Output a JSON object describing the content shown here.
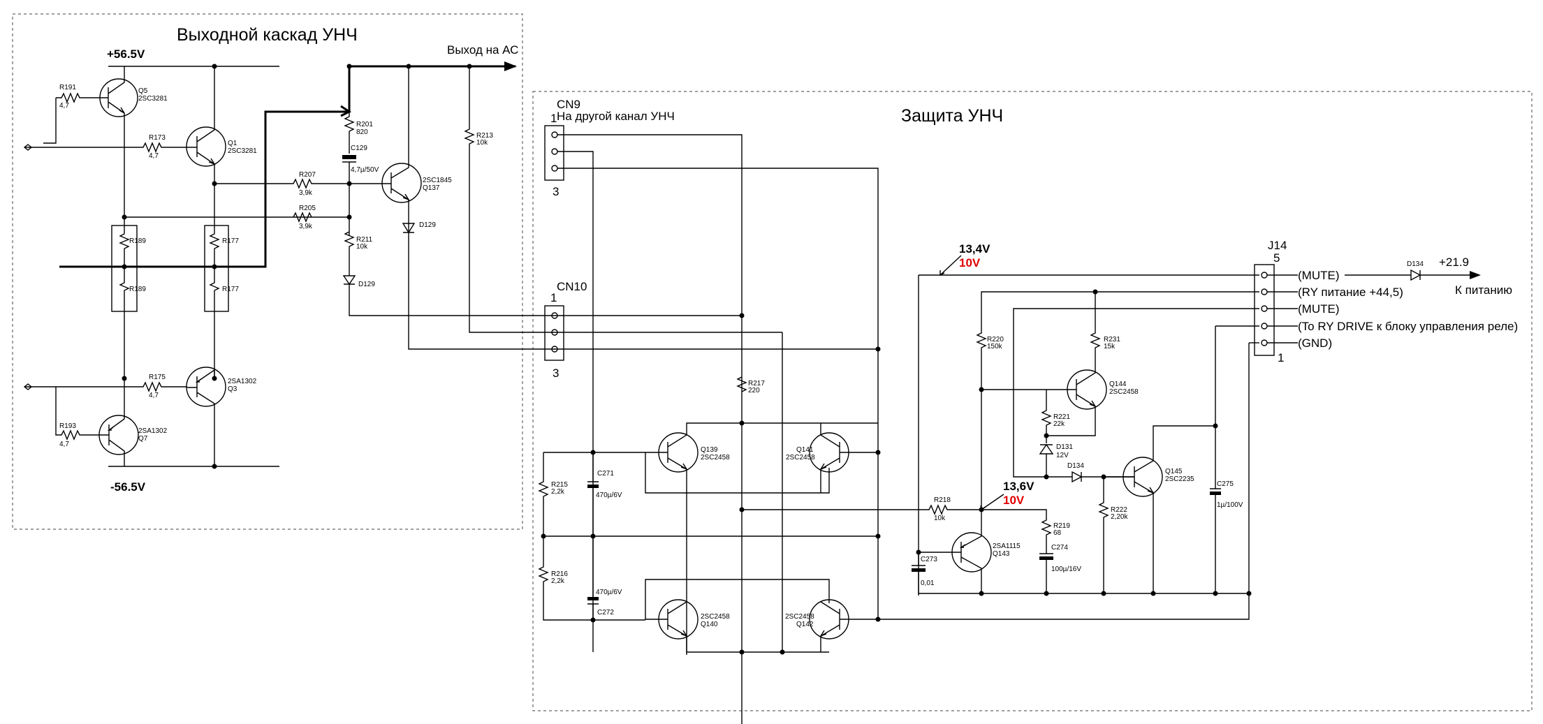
{
  "blocks": {
    "output_stage_title": "Выходной каскад УНЧ",
    "protection_title": "Защита УНЧ"
  },
  "output_stage": {
    "rail_pos": "+56.5V",
    "rail_neg": "-56.5V",
    "out_label": "Выход на АС",
    "R191": {
      "ref": "R191",
      "val": "4,7"
    },
    "R173": {
      "ref": "R173",
      "val": "4,7"
    },
    "R175": {
      "ref": "R175",
      "val": "4,7"
    },
    "R193": {
      "ref": "R193",
      "val": "4,7"
    },
    "Q5": {
      "ref": "Q5",
      "val": "2SC3281"
    },
    "Q1": {
      "ref": "Q1",
      "val": "2SC3281"
    },
    "Q3": {
      "ref": "Q3",
      "val": "2SA1302"
    },
    "Q7": {
      "ref": "Q7",
      "val": "2SA1302"
    },
    "R189a": "R189",
    "R189b": "R189",
    "R177a": "R177",
    "R177b": "R177",
    "R201": {
      "ref": "R201",
      "val": "820"
    },
    "C129": {
      "ref": "C129",
      "val": "4,7µ/50V"
    },
    "R207": {
      "ref": "R207",
      "val": "3,9k"
    },
    "R205": {
      "ref": "R205",
      "val": "3,9k"
    },
    "R211": {
      "ref": "R211",
      "val": "10k"
    },
    "R213": {
      "ref": "R213",
      "val": "10k"
    },
    "Q137": {
      "ref": "Q137",
      "val": "2SC1845"
    },
    "D129a": "D129",
    "D129b": "D129"
  },
  "protection": {
    "CN9": {
      "ref": "CN9",
      "pin1": "1",
      "pin3": "3",
      "desc": "На другой канал УНЧ"
    },
    "CN10": {
      "ref": "CN10",
      "pin1": "1",
      "pin3": "3"
    },
    "J14": {
      "ref": "J14",
      "pin5": "5",
      "pin1": "1"
    },
    "J14_pins": [
      "(MUTE)",
      "(RY питание +44,5)",
      "(MUTE)",
      "(To RY DRIVE к блоку управления реле)",
      "(GND)"
    ],
    "D134_top": "D134",
    "supply_voltage": "+21.9",
    "supply_label": "К питанию",
    "v1_measured": "13,4V",
    "v1_alt": "10V",
    "v2_measured": "13,6V",
    "v2_alt": "10V",
    "R217": {
      "ref": "R217",
      "val": "220"
    },
    "R215": {
      "ref": "R215",
      "val": "2,2k"
    },
    "R216": {
      "ref": "R216",
      "val": "2,2k"
    },
    "C271": {
      "ref": "C271",
      "val": "470µ/6V"
    },
    "C272": {
      "ref": "C272",
      "val": "470µ/6V"
    },
    "Q139": {
      "ref": "Q139",
      "val": "2SC2458"
    },
    "Q141": {
      "ref": "Q141",
      "val": "2SC2458"
    },
    "Q140": {
      "ref": "Q140",
      "val": "2SC2458"
    },
    "Q142": {
      "ref": "Q142",
      "val": "2SC2458"
    },
    "R218": {
      "ref": "R218",
      "val": "10k"
    },
    "R219": {
      "ref": "R219",
      "val": "68"
    },
    "R220": {
      "ref": "R220",
      "val": "150k"
    },
    "R221": {
      "ref": "R221",
      "val": "22k"
    },
    "R222": {
      "ref": "R222",
      "val": "2,20k"
    },
    "R231": {
      "ref": "R231",
      "val": "15k"
    },
    "C273": {
      "ref": "C273",
      "val": "0,01"
    },
    "C274": {
      "ref": "C274",
      "val": "100µ/16V"
    },
    "C275": {
      "ref": "C275",
      "val": "1µ/100V"
    },
    "D131": {
      "ref": "D131",
      "val": "12V"
    },
    "D134": "D134",
    "Q143": {
      "ref": "Q143",
      "val": "2SA1115"
    },
    "Q144": {
      "ref": "Q144",
      "val": "2SC2458"
    },
    "Q145": {
      "ref": "Q145",
      "val": "2SC2235"
    }
  }
}
